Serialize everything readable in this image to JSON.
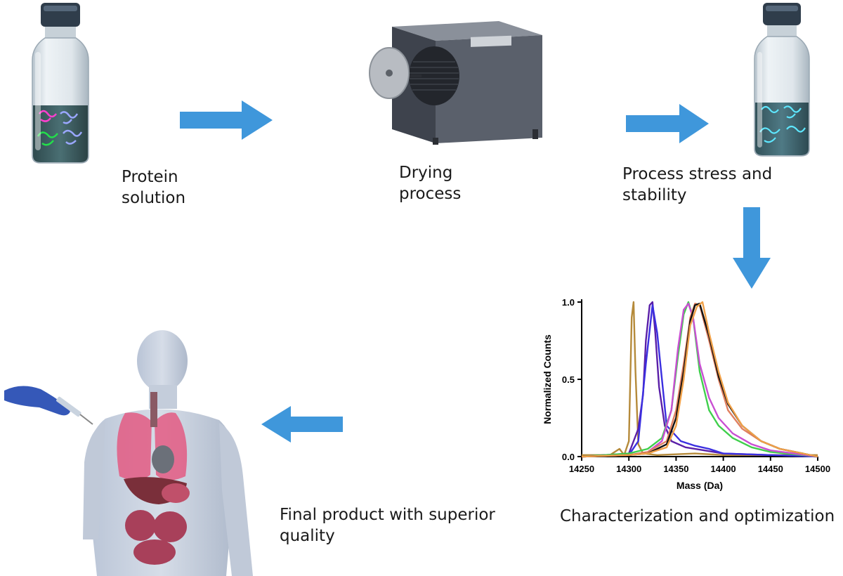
{
  "steps": {
    "protein_solution": [
      "Protein",
      "solution"
    ],
    "drying_process": [
      "Drying",
      "process"
    ],
    "process_stress": [
      "Process stress and",
      "stability"
    ],
    "characterization": [
      "Characterization and optimization"
    ],
    "final_product": [
      "Final product with superior",
      "quality"
    ]
  },
  "colors": {
    "arrow": "#3f97db",
    "vial_glass": "#d9e2e8",
    "vial_cap": "#2f3d4b",
    "machine": "#4c525e"
  },
  "chart_data": {
    "type": "line",
    "xlabel": "Mass (Da)",
    "ylabel": "Normalized Counts",
    "xlim": [
      14250,
      14500
    ],
    "ylim": [
      0,
      1.0
    ],
    "x_ticks": [
      "14250",
      "14300",
      "14350",
      "14400",
      "14450",
      "14500"
    ],
    "y_ticks": [
      "0.0",
      "0.5",
      "1.0"
    ],
    "series": [
      {
        "color": "#b58a3a",
        "x": [
          14250,
          14280,
          14290,
          14295,
          14300,
          14303,
          14305,
          14307,
          14310,
          14315,
          14330,
          14370,
          14400,
          14500
        ],
        "y": [
          0.01,
          0.01,
          0.05,
          0.01,
          0.1,
          0.9,
          1.0,
          0.55,
          0.08,
          0.02,
          0.01,
          0.02,
          0.01,
          0.01
        ]
      },
      {
        "color": "#5a1fa8",
        "x": [
          14250,
          14300,
          14305,
          14310,
          14315,
          14318,
          14322,
          14325,
          14328,
          14332,
          14338,
          14345,
          14360,
          14380,
          14400,
          14450,
          14500
        ],
        "y": [
          0.0,
          0.02,
          0.1,
          0.18,
          0.4,
          0.75,
          0.98,
          1.0,
          0.8,
          0.45,
          0.2,
          0.1,
          0.06,
          0.04,
          0.02,
          0.01,
          0.0
        ]
      },
      {
        "color": "#3b2fe0",
        "x": [
          14250,
          14300,
          14310,
          14318,
          14325,
          14330,
          14340,
          14355,
          14370,
          14385,
          14400,
          14450,
          14500
        ],
        "y": [
          0.0,
          0.01,
          0.1,
          0.6,
          0.98,
          0.8,
          0.2,
          0.1,
          0.07,
          0.05,
          0.02,
          0.01,
          0.0
        ]
      },
      {
        "color": "#3fcf4c",
        "x": [
          14250,
          14300,
          14320,
          14335,
          14345,
          14352,
          14358,
          14363,
          14368,
          14375,
          14385,
          14395,
          14410,
          14430,
          14450,
          14500
        ],
        "y": [
          0.0,
          0.02,
          0.05,
          0.12,
          0.3,
          0.65,
          0.92,
          1.0,
          0.9,
          0.55,
          0.3,
          0.2,
          0.12,
          0.06,
          0.03,
          0.0
        ]
      },
      {
        "color": "#c94fd2",
        "x": [
          14250,
          14300,
          14320,
          14335,
          14345,
          14352,
          14358,
          14363,
          14368,
          14375,
          14385,
          14395,
          14410,
          14430,
          14450,
          14500
        ],
        "y": [
          0.0,
          0.01,
          0.03,
          0.1,
          0.3,
          0.7,
          0.95,
          0.99,
          0.9,
          0.6,
          0.38,
          0.25,
          0.15,
          0.08,
          0.04,
          0.0
        ]
      },
      {
        "color": "#e08060",
        "x": [
          14250,
          14300,
          14320,
          14340,
          14350,
          14358,
          14365,
          14370,
          14375,
          14385,
          14395,
          14405,
          14420,
          14440,
          14460,
          14500
        ],
        "y": [
          0.0,
          0.01,
          0.03,
          0.1,
          0.3,
          0.6,
          0.9,
          0.99,
          0.98,
          0.75,
          0.5,
          0.3,
          0.18,
          0.1,
          0.05,
          0.0
        ]
      },
      {
        "color": "#111111",
        "x": [
          14250,
          14300,
          14320,
          14340,
          14350,
          14358,
          14365,
          14370,
          14375,
          14385,
          14395,
          14405,
          14420,
          14440,
          14460,
          14500
        ],
        "y": [
          0.0,
          0.01,
          0.02,
          0.08,
          0.25,
          0.55,
          0.88,
          0.98,
          0.99,
          0.78,
          0.52,
          0.34,
          0.2,
          0.1,
          0.05,
          0.0
        ]
      },
      {
        "color": "#f0a048",
        "x": [
          14250,
          14300,
          14320,
          14340,
          14350,
          14358,
          14365,
          14372,
          14378,
          14385,
          14395,
          14405,
          14420,
          14440,
          14460,
          14500
        ],
        "y": [
          0.0,
          0.01,
          0.02,
          0.06,
          0.2,
          0.5,
          0.85,
          0.97,
          1.0,
          0.8,
          0.55,
          0.35,
          0.2,
          0.1,
          0.05,
          0.0
        ]
      }
    ]
  }
}
